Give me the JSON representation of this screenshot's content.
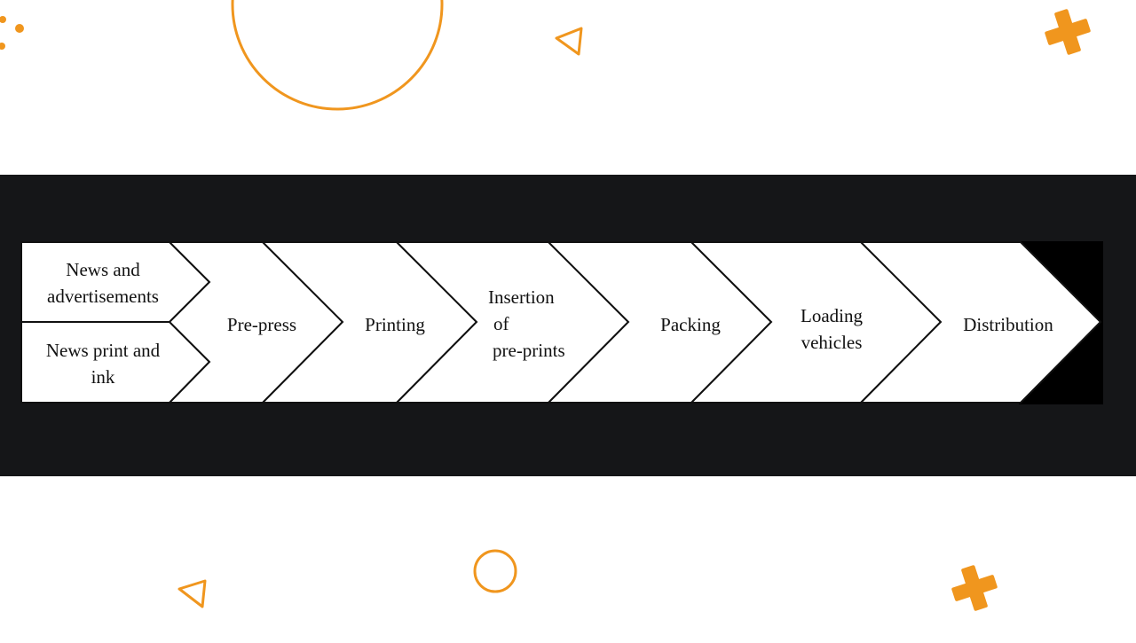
{
  "diagram": {
    "inputs": [
      {
        "label": "News and advertisements",
        "lines": [
          "News and",
          "advertisements"
        ]
      },
      {
        "label": "News print and ink",
        "lines": [
          "News print and",
          "ink"
        ]
      }
    ],
    "steps": [
      {
        "label": "Pre-press"
      },
      {
        "label": "Printing"
      },
      {
        "label": "Insertion of pre-prints",
        "lines": [
          "Insertion",
          "of",
          "pre-prints"
        ]
      },
      {
        "label": "Packing"
      },
      {
        "label": "Loading vehicles",
        "lines": [
          "Loading",
          "vehicles"
        ]
      },
      {
        "label": "Distribution"
      }
    ]
  },
  "colors": {
    "accent": "#F0961E",
    "band": "#151618",
    "shape_fill": "#FFFFFF",
    "stroke": "#111111"
  },
  "decorations": [
    "dots",
    "large-circle-outline",
    "triangle-outline",
    "cross",
    "triangle-outline",
    "small-circle-outline",
    "cross"
  ]
}
